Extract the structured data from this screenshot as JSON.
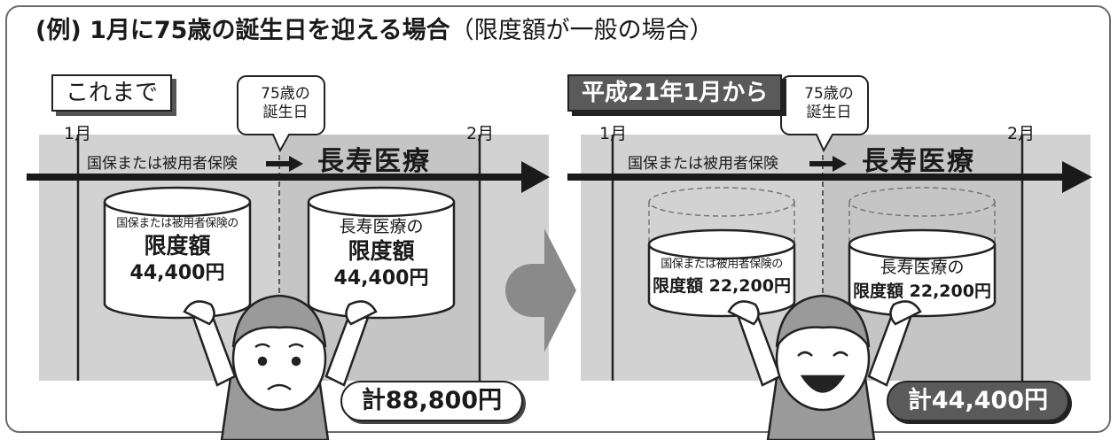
{
  "heading": {
    "bold": "(例)  1月に75歳の誕生日を迎える場合",
    "normal": "（限度額が一般の場合）"
  },
  "before": {
    "tag": "これまで",
    "bubble_line1": "75歳の",
    "bubble_line2": "誕生日",
    "month_start": "1月",
    "month_end": "2月",
    "insurance_label": "国保または被用者保険",
    "choju_label": "長寿医療",
    "left_can": {
      "line1": "国保または被用者保険の",
      "line2": "限度額",
      "line3": "44,400円"
    },
    "right_can": {
      "line1": "長寿医療の",
      "line2": "限度額",
      "line3": "44,400円"
    },
    "total": "計88,800円"
  },
  "after": {
    "tag": "平成21年1月から",
    "bubble_line1": "75歳の",
    "bubble_line2": "誕生日",
    "month_start": "1月",
    "month_end": "2月",
    "insurance_label": "国保または被用者保険",
    "choju_label": "長寿医療",
    "left_can": {
      "line1": "国保または被用者保険の",
      "line2": "限度額 22,200円"
    },
    "right_can": {
      "line1": "長寿医療の",
      "line2": "限度額 22,200円"
    },
    "total": "計44,400円"
  },
  "colors": {
    "panel": "#d2d2d2",
    "dark_gray": "#5a5a5a",
    "line": "#222222",
    "frame": "#6b6b6b"
  },
  "icons": [
    "speech-bubble-icon",
    "timeline-arrow-icon",
    "small-arrow-icon",
    "cylinder-icon",
    "person-worried-icon",
    "person-happy-icon",
    "transition-arrow-icon"
  ]
}
